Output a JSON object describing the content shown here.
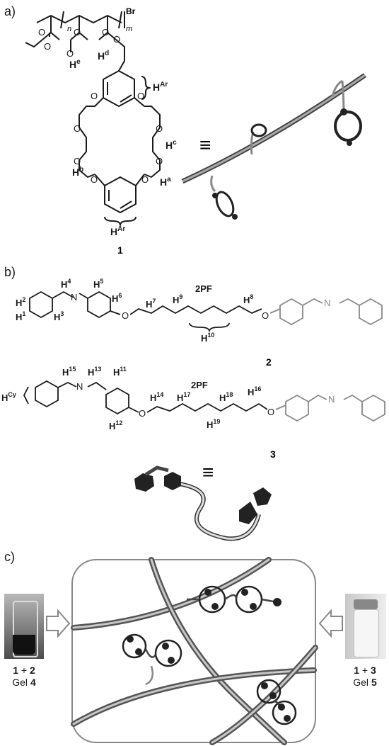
{
  "panels": {
    "a": {
      "label": "a)",
      "compound_number": "1",
      "polymer_labels": {
        "br": "Br",
        "n": "n",
        "m": "m"
      },
      "h_labels": {
        "he": "e",
        "hd": "d",
        "har_top": "Ar",
        "hc": "c",
        "hb": "b",
        "ha": "a",
        "har_bottom": "Ar"
      },
      "equiv_symbol": "≡"
    },
    "b": {
      "label": "b)",
      "compound2": {
        "number": "2",
        "counterion": "2PF",
        "h_labels": [
          "1",
          "2",
          "3",
          "4",
          "5",
          "6",
          "7",
          "9",
          "8",
          "10"
        ]
      },
      "compound3": {
        "number": "3",
        "counterion": "2PF",
        "h_labels": [
          "15",
          "13",
          "11",
          "12",
          "14",
          "17",
          "18",
          "16",
          "19",
          "Cy"
        ]
      },
      "equiv_symbol": "≡"
    },
    "c": {
      "label": "c)",
      "left_caption": {
        "line1_a": "1",
        "line1_plus": " + ",
        "line1_b": "2",
        "line2_text": "Gel ",
        "line2_num": "4"
      },
      "right_caption": {
        "line1_a": "1",
        "line1_plus": " + ",
        "line1_b": "3",
        "line2_text": "Gel ",
        "line2_num": "5"
      }
    }
  },
  "colors": {
    "ink": "#1a1a1a",
    "gray": "#7a7a7a",
    "light": "#bdbdbd",
    "gel_dark": "#222222",
    "gel_white": "#eeeeee"
  }
}
